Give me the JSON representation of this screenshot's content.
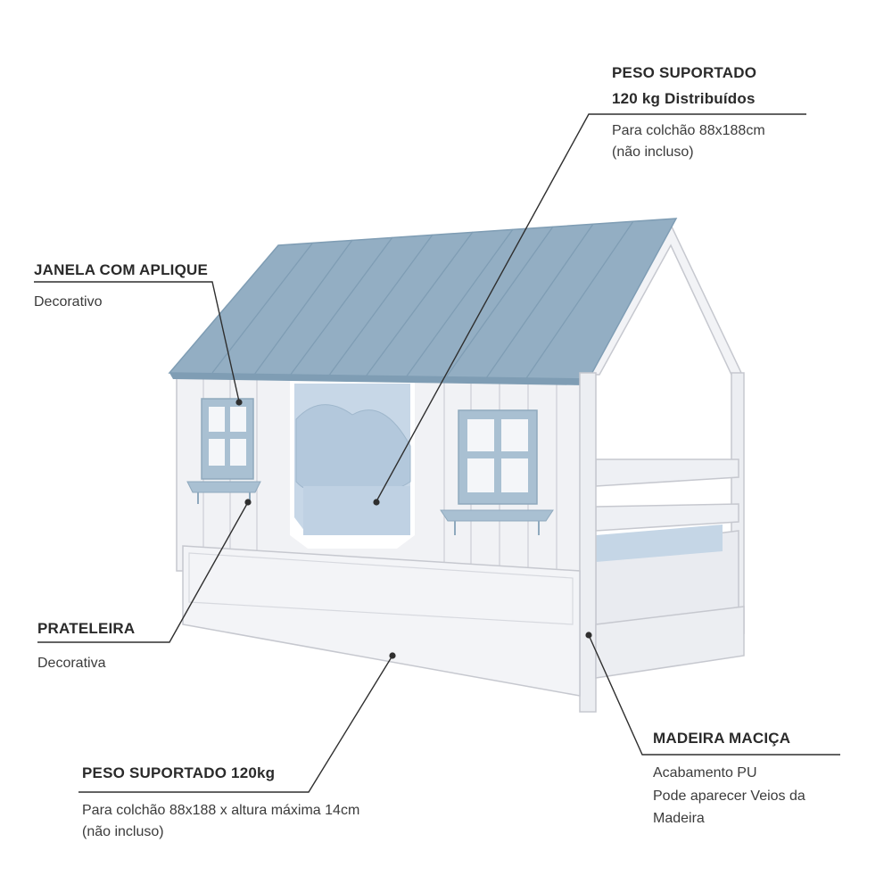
{
  "colors": {
    "roof": "#93aec3",
    "roof_dark": "#7f9db4",
    "wall": "#f1f2f5",
    "wall_line": "#c9cbd2",
    "window": "#a9c0d2",
    "bedding": "#b9cde0",
    "leader": "#2f2f2f"
  },
  "labels": {
    "peso_top": {
      "title1": "PESO SUPORTADO",
      "title2": "120 kg Distribuídos",
      "desc1": "Para colchão 88x188cm",
      "desc2": "(não incluso)"
    },
    "janela": {
      "title": "JANELA COM APLIQUE",
      "desc": "Decorativo"
    },
    "prateleira": {
      "title": "PRATELEIRA",
      "desc": "Decorativa"
    },
    "madeira": {
      "title": "MADEIRA MACIÇA",
      "desc1": "Acabamento PU",
      "desc2": "Pode aparecer Veios da",
      "desc3": "Madeira"
    },
    "peso_bottom": {
      "title": "PESO SUPORTADO 120kg",
      "desc1": "Para colchão 88x188 x altura máxima 14cm",
      "desc2": "(não incluso)"
    }
  }
}
